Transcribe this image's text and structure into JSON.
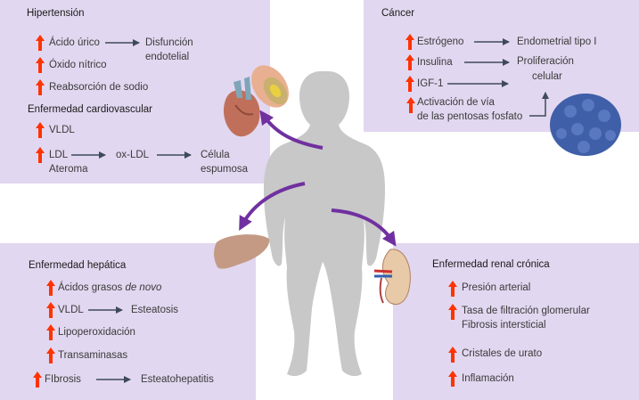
{
  "colors": {
    "panel": "#E2D7F0",
    "increase_arrow": "#FF3300",
    "flow_arrow": "#3D4A5C",
    "organ_arrow": "#7030A0",
    "silhouette": "#C8C8C8"
  },
  "center": {
    "figure": "obese-human-silhouette"
  },
  "hypertension": {
    "title": "Hipertensión",
    "items": [
      "Ácido úrico",
      "Óxido nítrico",
      "Reabsorción de sodio"
    ],
    "outcome_line1": "Disfunción",
    "outcome_line2": "endotelial"
  },
  "cardiovascular": {
    "title": "Enfermedad cardiovascular",
    "vldl": "VLDL",
    "ldl": "LDL",
    "ateroma": "Ateroma",
    "oxldl": "ox-LDL",
    "cell_line1": "Célula",
    "cell_line2": "espumosa"
  },
  "cancer": {
    "title": "Cáncer",
    "estrogen": "Estrógeno",
    "endometrial": "Endometrial tipo I",
    "insulin": "Insulina",
    "igf": "IGF-1",
    "prolif_line1": "Proliferación",
    "prolif_line2": "celular",
    "pentose_line1": "Activación de vía",
    "pentose_line2": "de las pentosas fosfato"
  },
  "hepatic": {
    "title": "Enfermedad hepática",
    "fatty_acids": "Ácidos grasos ",
    "fatty_acids_italic": "de novo",
    "vldl": "VLDL",
    "steatosis": "Esteatosis",
    "lipoperox": "Lipoperoxidación",
    "transaminases": "Transaminasas",
    "fibrosis": "FIbrosis",
    "steatohepatitis": "Esteatohepatitis"
  },
  "renal": {
    "title": "Enfermedad renal crónica",
    "pressure": "Presión arterial",
    "gfr": "Tasa de filtración glomerular",
    "fibrosis": "Fibrosis intersticial",
    "urate": "Cristales de urato",
    "inflammation": "Inflamación"
  }
}
